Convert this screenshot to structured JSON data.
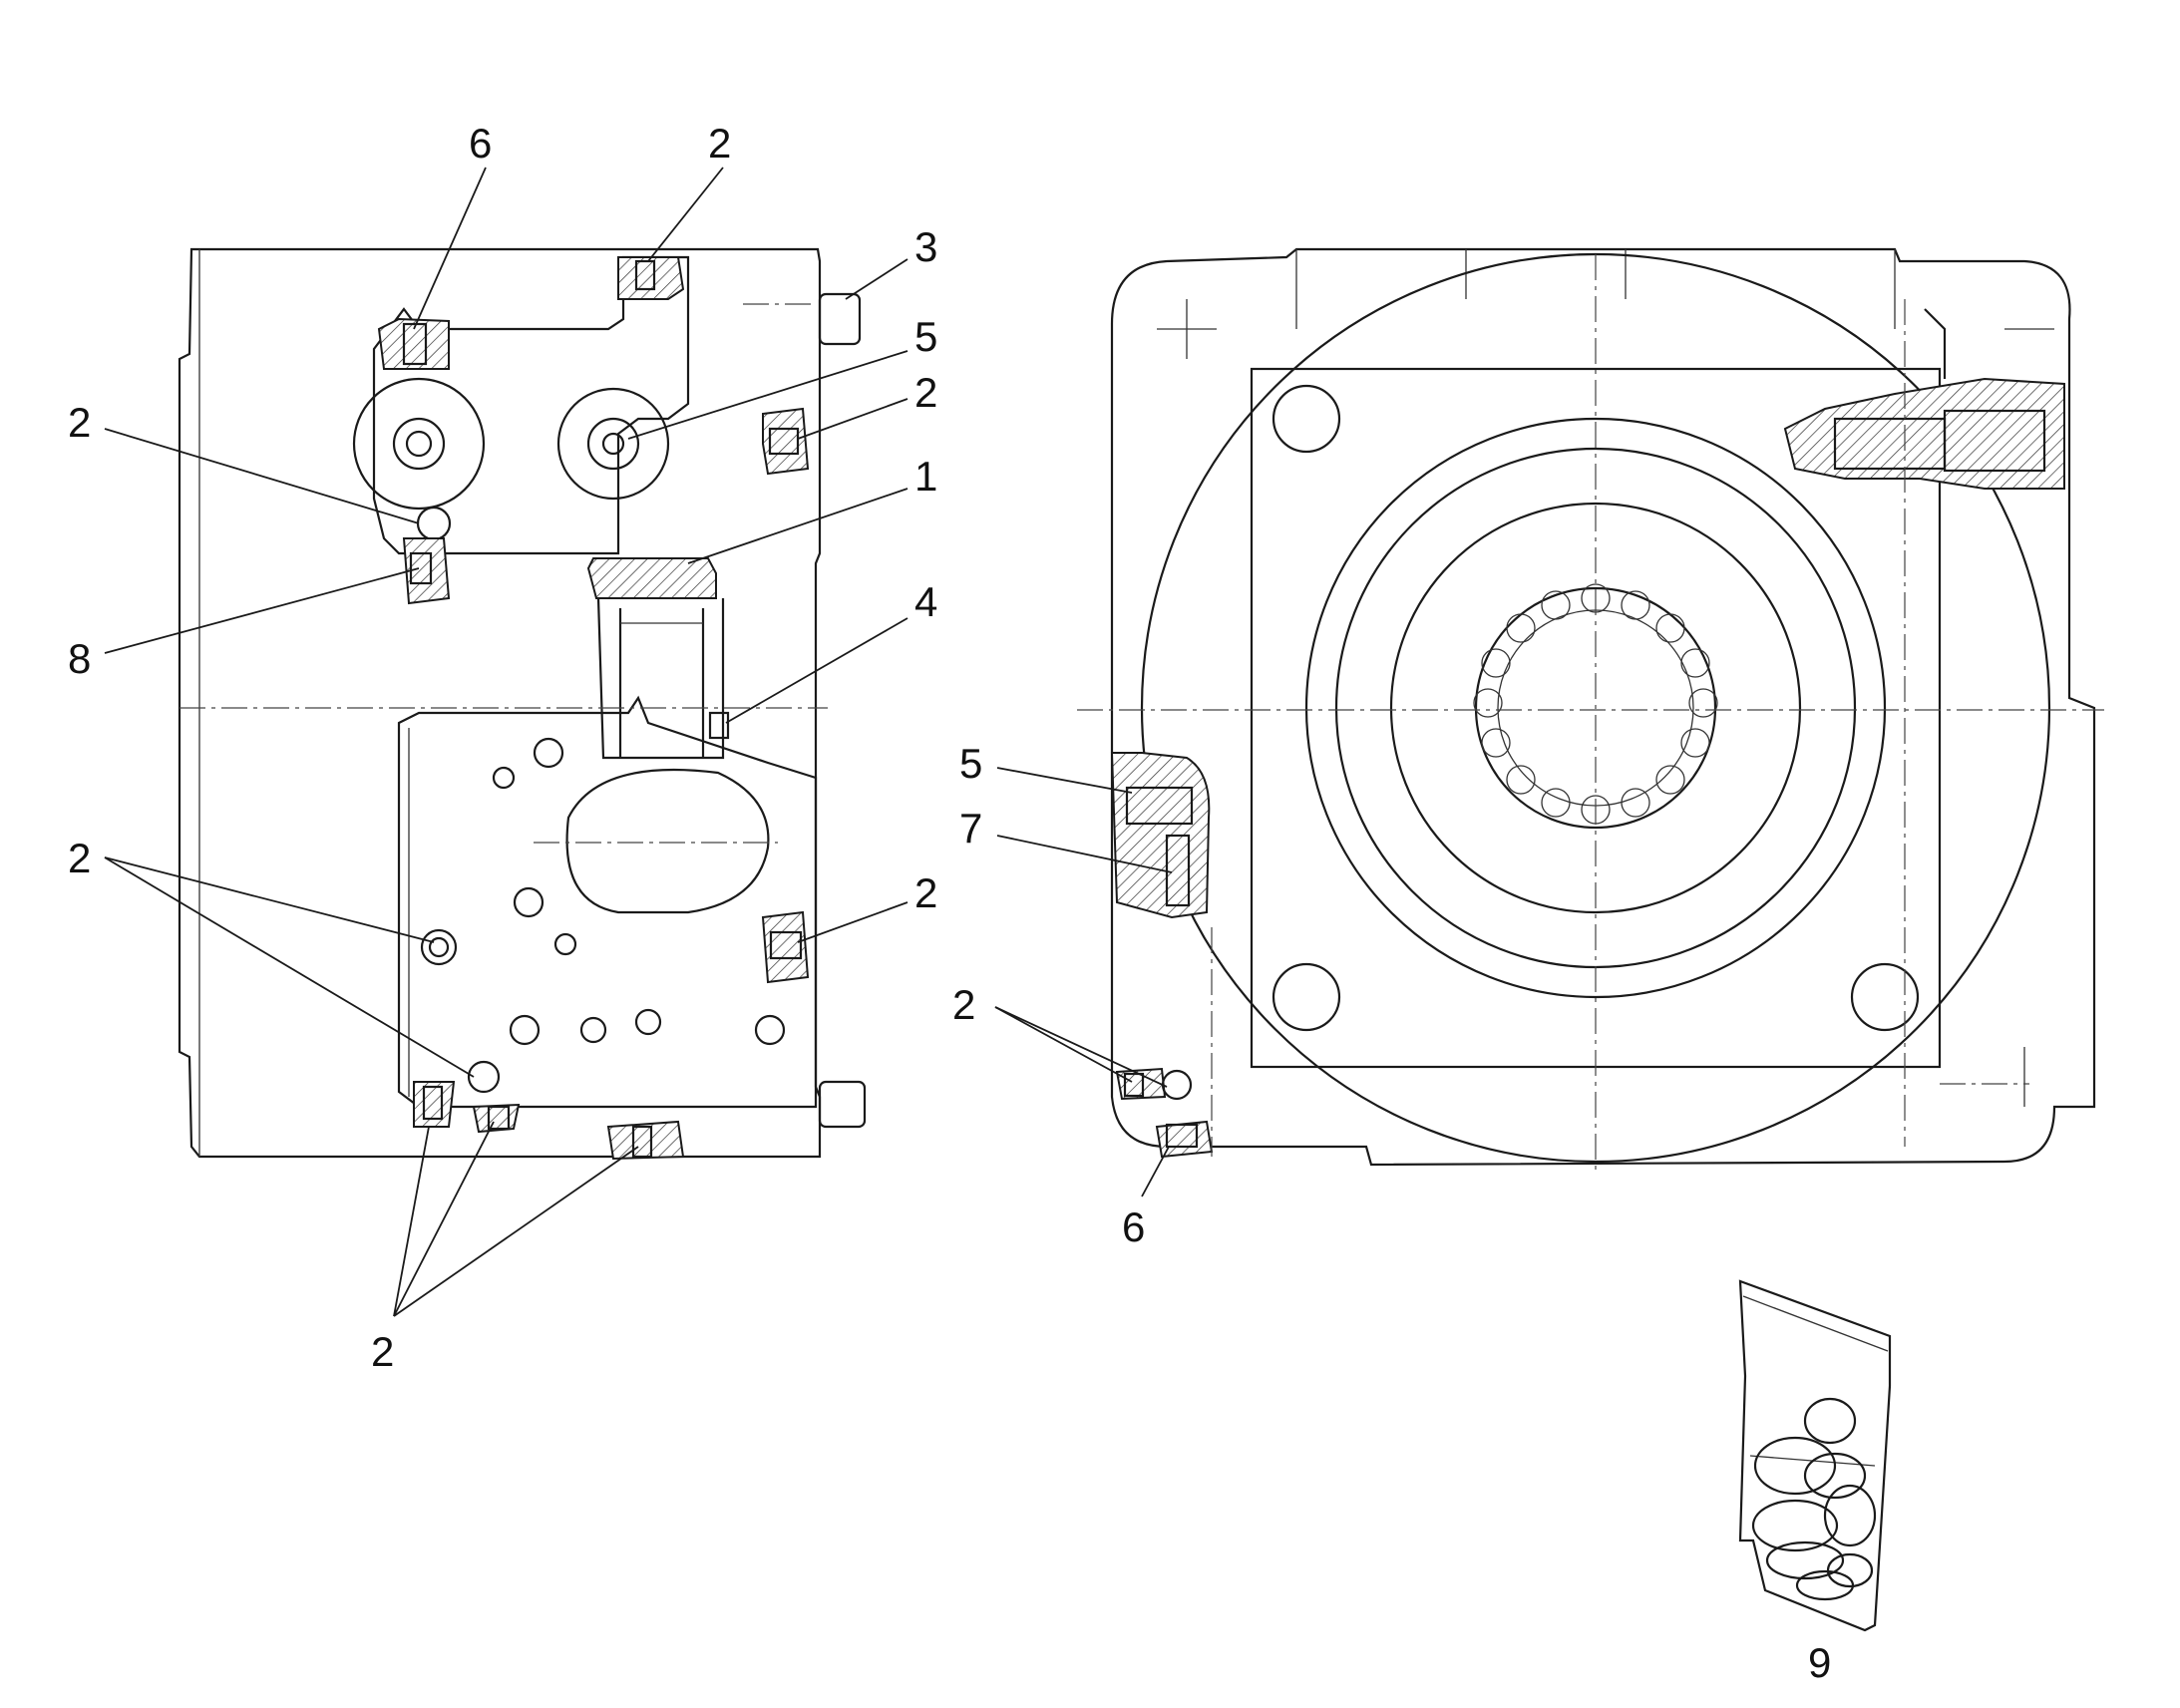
{
  "callouts": {
    "left_view": {
      "top_6": "6",
      "top_2": "2",
      "r_3": "3",
      "r_5": "5",
      "r_2a": "2",
      "r_1": "1",
      "r_4": "4",
      "r_2b": "2",
      "l_2a": "2",
      "l_8": "8",
      "l_2b": "2",
      "bottom_2": "2"
    },
    "right_view": {
      "l_5": "5",
      "l_7": "7",
      "l_2": "2",
      "bottom_6": "6"
    },
    "kit": {
      "label_9": "9"
    }
  }
}
